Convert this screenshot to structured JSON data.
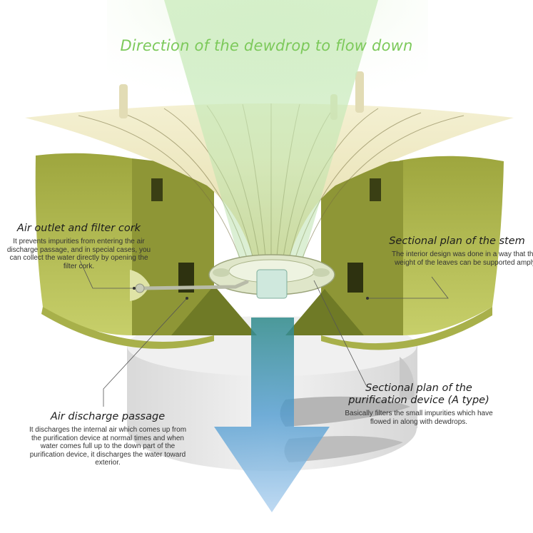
{
  "title": "Direction of the dewdrop to flow down",
  "callouts": {
    "outlet": {
      "heading": "Air outlet and filter cork",
      "body": "It prevents impurities from entering the air discharge passage, and in special cases, you can collect the water directly by opening the filter cork."
    },
    "stem": {
      "heading": "Sectional plan of the stem",
      "body_line1": "The interior design was done in a way that the",
      "body_line2": "weight of the leaves can be supported amply."
    },
    "purification": {
      "heading_line1": "Sectional plan of the",
      "heading_line2": "purification device (A type)",
      "body": "Basically filters the small impurities which have flowed in along with dewdrops."
    },
    "discharge": {
      "heading": "Air discharge passage",
      "body": "It discharges the internal air which comes up from the purification device at normal times and when water comes full up to the down part of the purification device, it discharges the water toward exterior."
    }
  },
  "colors": {
    "title_green": "#7cc95a",
    "housing_green": "#b9c25a",
    "housing_dark": "#7c8a2e",
    "leaf_cream": "#f1ecc6",
    "base_gray": "#e6e6e6",
    "arrow_blue": "#5aa3d6"
  }
}
